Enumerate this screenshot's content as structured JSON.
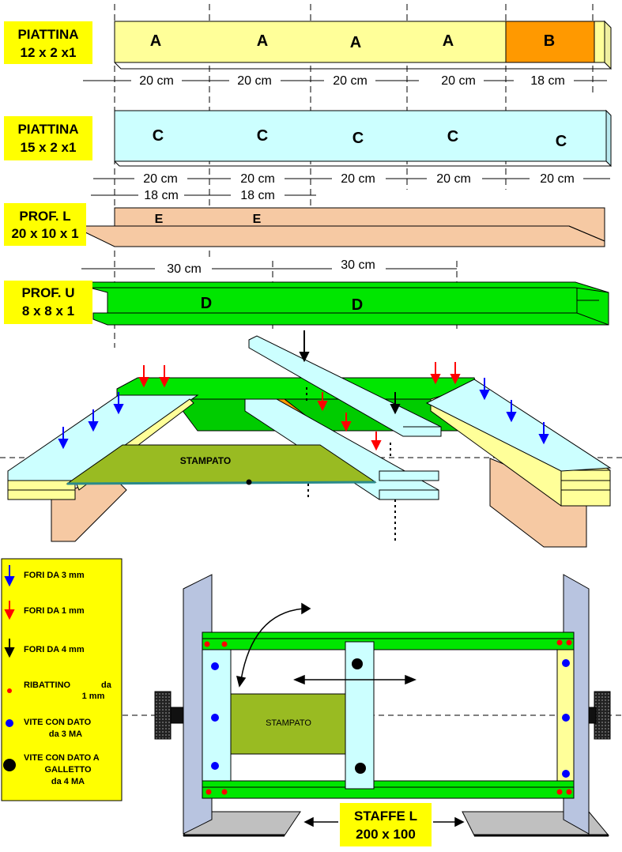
{
  "colors": {
    "yellow_label": "#ffff00",
    "pale_yellow": "#ffff99",
    "orange": "#ff9900",
    "light_cyan": "#ccffff",
    "salmon": "#f6c9a3",
    "green": "#00e600",
    "olive": "#99bb22",
    "slate": "#b8c4e0",
    "grey": "#c0c0c0",
    "blue_arrow": "#0000ff",
    "red_arrow": "#ff0000",
    "black": "#000000"
  },
  "bars": {
    "piattina1": {
      "label_line1": "PIATTINA",
      "label_line2": "12 x 2 x1",
      "segments": [
        "A",
        "A",
        "A",
        "A",
        "B"
      ],
      "dims": [
        "20 cm",
        "20 cm",
        "20 cm",
        "20 cm",
        "18 cm"
      ]
    },
    "piattina2": {
      "label_line1": "PIATTINA",
      "label_line2": "15 x 2 x1",
      "segments": [
        "C",
        "C",
        "C",
        "C",
        "C"
      ],
      "dims": [
        "20 cm",
        "20 cm",
        "20 cm",
        "20 cm",
        "20 cm"
      ]
    },
    "prof_l": {
      "label_line1": "PROF. L",
      "label_line2": "20 x 10 x 1",
      "segments": [
        "E",
        "E"
      ],
      "dims": [
        "18 cm",
        "18 cm"
      ]
    },
    "prof_u": {
      "label_line1": "PROF. U",
      "label_line2": "8 x 8 x 1",
      "segments": [
        "D",
        "D"
      ],
      "dims": [
        "30 cm",
        "30 cm"
      ]
    }
  },
  "assembly": {
    "stampato": "STAMPATO"
  },
  "legend": {
    "holes_3mm": "FORI DA 3 mm",
    "holes_1mm": "FORI DA 1 mm",
    "holes_4mm": "FORI DA 4 mm",
    "rivet_line1": "RIBATTINO",
    "rivet_da": "da",
    "rivet_line2": "1 mm",
    "screw3_line1": "VITE CON DATO",
    "screw3_line2": "da 3 MA",
    "screw4_line1": "VITE CON DATO A",
    "screw4_line2": "GALLETTO",
    "screw4_line3": "da 4 MA"
  },
  "frame": {
    "stampato": "STAMPATO",
    "staffe_line1": "STAFFE L",
    "staffe_line2": "200 x 100"
  }
}
